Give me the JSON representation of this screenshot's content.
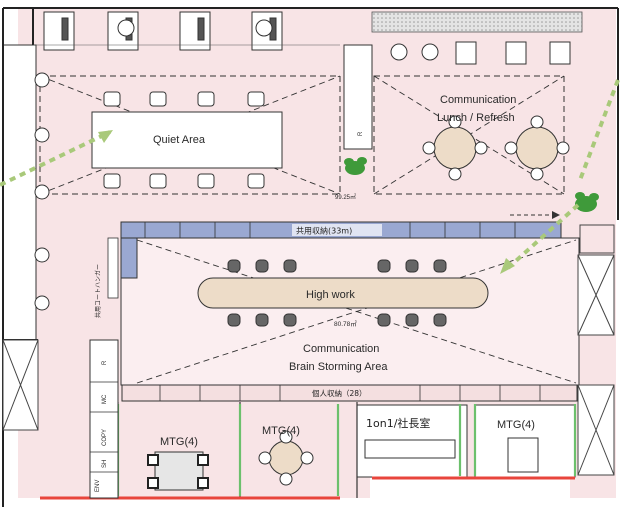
{
  "floor_plan": {
    "zones": {
      "quiet": {
        "label": "Quiet Area",
        "area": "99.25㎡"
      },
      "lunch": {
        "label_line1": "Communication",
        "label_line2": "Lunch / Refresh"
      },
      "high_work": {
        "label": "High work",
        "area": "80.78㎡"
      },
      "brainstorm": {
        "label_line1": "Communication",
        "label_line2": "Brain Storming Area"
      },
      "shared_storage": {
        "label": "共用収納(33m)"
      },
      "personal_storage": {
        "label": "個人収納（28）"
      },
      "coat_hanger": {
        "label": "共用コートハンガー"
      },
      "mtg_left": {
        "label": "MTG(4)"
      },
      "mtg_center": {
        "label": "MTG(4)"
      },
      "one_on_one": {
        "label": "1on1/社長室"
      },
      "mtg_right": {
        "label": "MTG(4)"
      },
      "copy": {
        "label": "COPY"
      },
      "sh": {
        "label": "SH"
      },
      "mc": {
        "label": "MC"
      },
      "env": {
        "label": "ENV"
      },
      "r_mark": {
        "label": "R"
      }
    },
    "colors": {
      "zone_fill": "#f8e4e6",
      "highwork_fill": "#fbeef0",
      "storage_blue": "#9aa8d2",
      "glass_green": "#6cc06c",
      "arrow_green": "#a9c97a",
      "wall": "#222222",
      "red_line": "#e8453c"
    }
  }
}
